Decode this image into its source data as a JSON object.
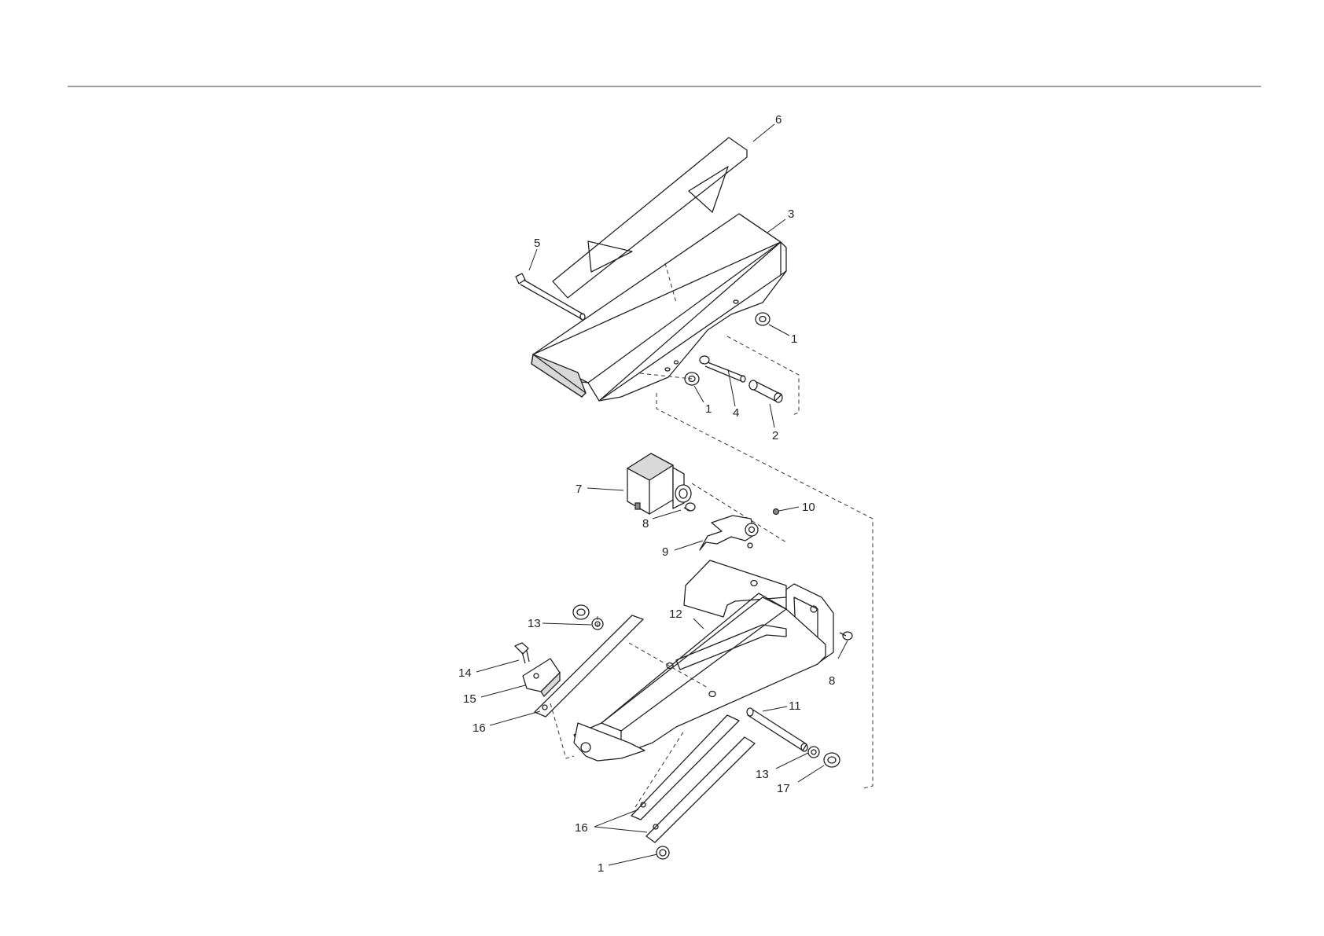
{
  "callouts": {
    "c1a": "1",
    "c1b": "1",
    "c1c": "1",
    "c2": "2",
    "c3": "3",
    "c4": "4",
    "c5": "5",
    "c6": "6",
    "c7": "7",
    "c8a": "8",
    "c8b": "8",
    "c9": "9",
    "c10": "10",
    "c11": "11",
    "c12": "12",
    "c13a": "13",
    "c13b": "13",
    "c14": "14",
    "c15": "15",
    "c16a": "16",
    "c16b": "16",
    "c17": "17"
  },
  "colors": {
    "line": "#222222",
    "fill": "#ffffff",
    "shade": "#d9d9d9",
    "rule": "#666666"
  },
  "icons": [
    "arrow-up-triangle",
    "arrow-down-triangle"
  ]
}
